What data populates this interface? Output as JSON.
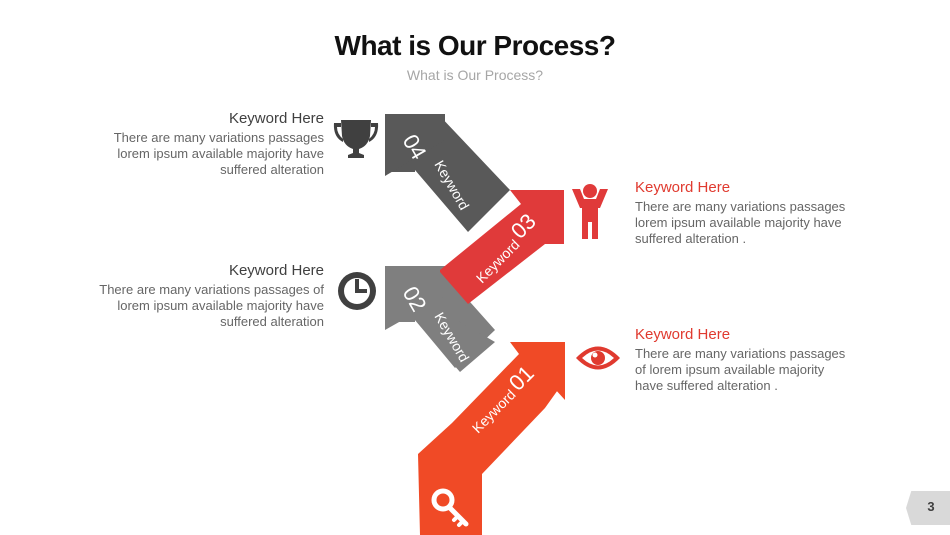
{
  "header": {
    "title": "What is Our Process?",
    "subtitle": "What is Our Process?"
  },
  "steps": [
    {
      "number": "01",
      "label": "Keyword",
      "heading": "Keyword Here",
      "text": "There are many variations passages of lorem ipsum available  majority have suffered alteration .",
      "icon": "eye-icon",
      "color": "#f04a26"
    },
    {
      "number": "02",
      "label": "Keyword",
      "heading": "Keyword Here",
      "text": "There are many variations passages of lorem ipsum available  majority have suffered alteration",
      "icon": "clock-icon",
      "color": "#7f7f7f"
    },
    {
      "number": "03",
      "label": "Keyword",
      "heading": "Keyword Here",
      "text": "There are many variations passages lorem ipsum available  majority have suffered alteration .",
      "icon": "person-icon",
      "color": "#e03a3a"
    },
    {
      "number": "04",
      "label": "Keyword",
      "heading": "Keyword Here",
      "text": "There are many variations passages lorem ipsum available  majority have suffered alteration",
      "icon": "trophy-icon",
      "color": "#595959"
    }
  ],
  "start_icon": "key-icon",
  "colors": {
    "accent_red": "#e03a2f",
    "dark_gray": "#404040",
    "text_gray": "#666666"
  },
  "page_number": "3"
}
